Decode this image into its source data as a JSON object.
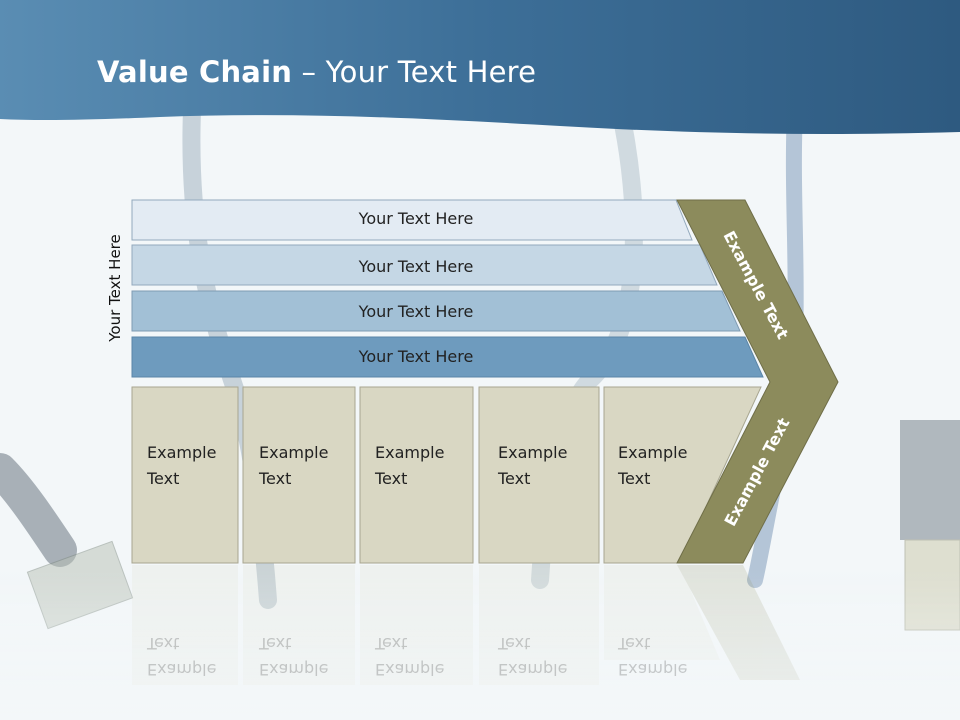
{
  "slide": {
    "title_bold": "Value Chain",
    "title_rest": " – Your Text Here",
    "side_label": "Your Text Here"
  },
  "bars": [
    {
      "label": "Your Text Here",
      "color": "#e3ebf3"
    },
    {
      "label": "Your Text Here",
      "color": "#c5d7e5"
    },
    {
      "label": "Your Text Here",
      "color": "#a2c0d6"
    },
    {
      "label": "Your Text Here",
      "color": "#6e9bbe"
    }
  ],
  "columns": [
    {
      "line1": "Example",
      "line2": "Text"
    },
    {
      "line1": "Example",
      "line2": "Text"
    },
    {
      "line1": "Example",
      "line2": "Text"
    },
    {
      "line1": "Example",
      "line2": "Text"
    },
    {
      "line1": "Example",
      "line2": "Text"
    }
  ],
  "chevron": {
    "upper_label": "Example Text",
    "lower_label": "Example Text",
    "color": "#8c8b5c"
  },
  "colors": {
    "header": "#3f75a0",
    "column_fill": "#d9d7c3",
    "background": "#f3f7f9"
  }
}
